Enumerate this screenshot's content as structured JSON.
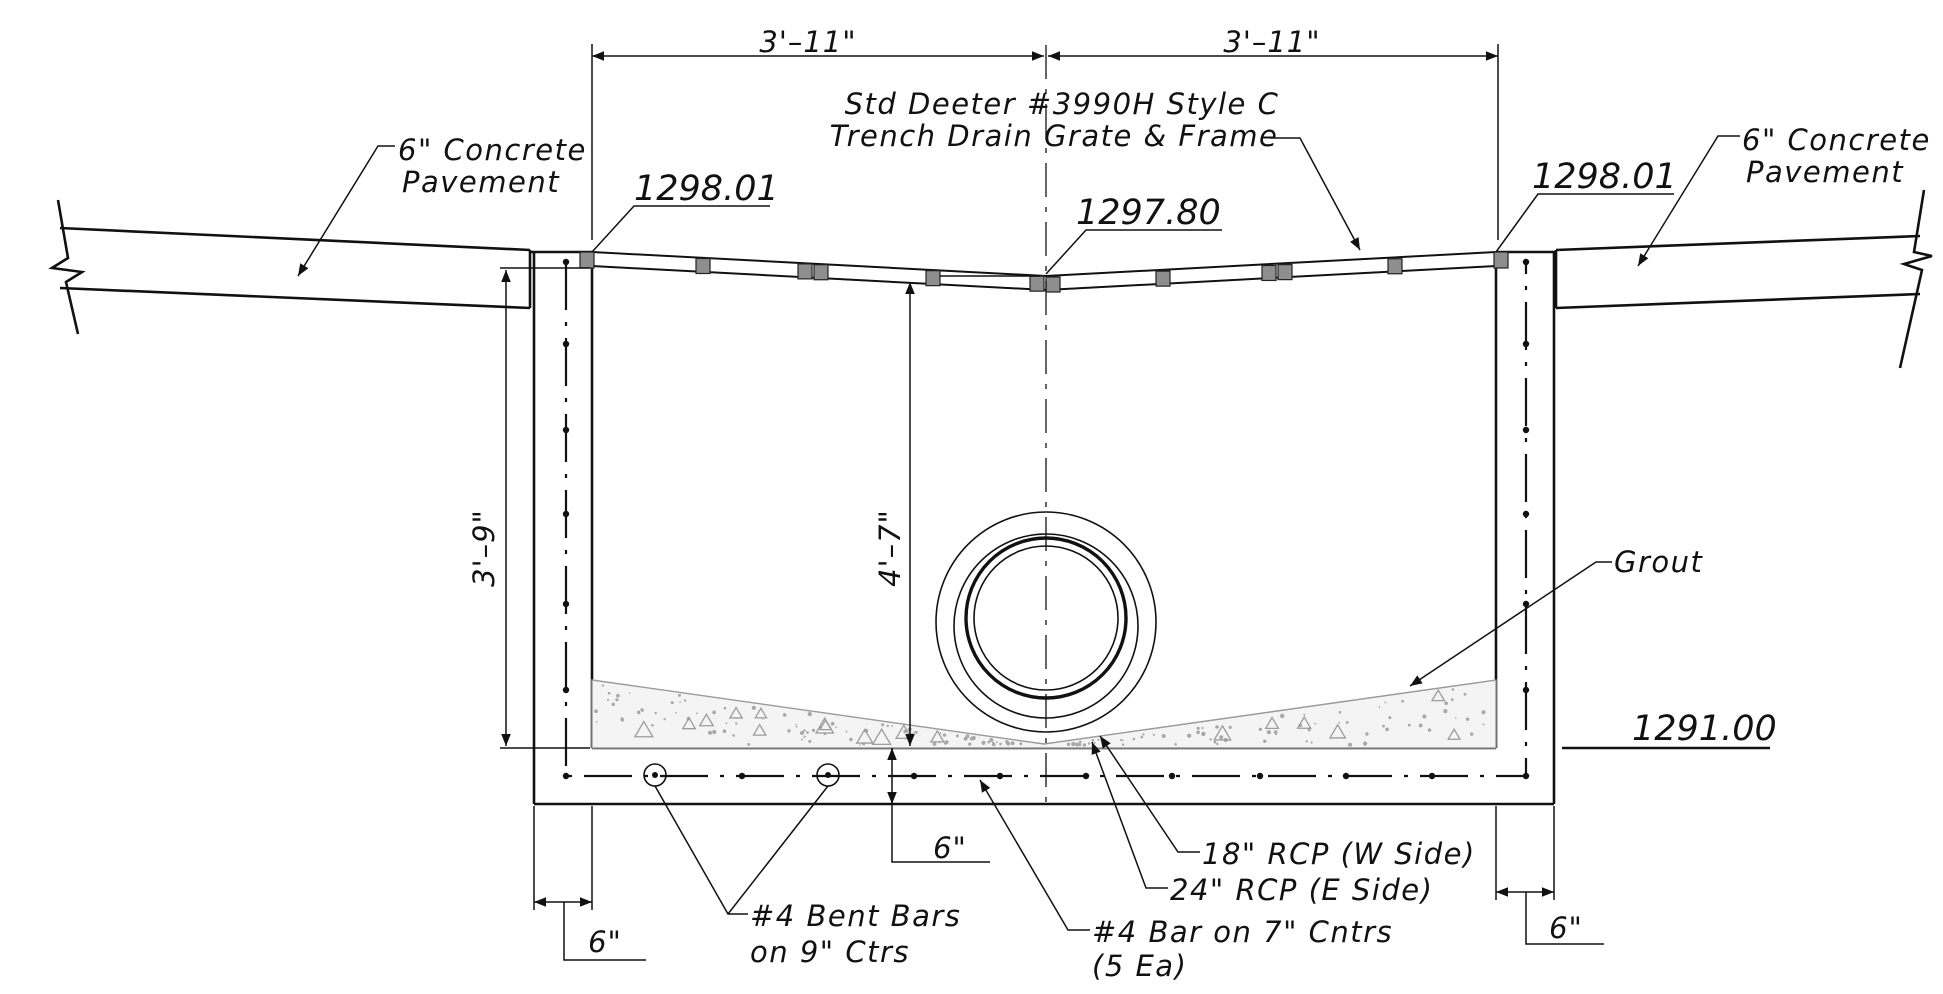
{
  "labels": {
    "dim_top_left": "3'–11\"",
    "dim_top_right": "3'–11\"",
    "grate_line1": "Std Deeter #3990H Style C",
    "grate_line2": "Trench Drain Grate & Frame",
    "pavement_left_line1": "6\" Concrete",
    "pavement_left_line2": "Pavement",
    "pavement_right_line1": "6\" Concrete",
    "pavement_right_line2": "Pavement",
    "elev_left": "1298.01",
    "elev_center": "1297.80",
    "elev_right": "1298.01",
    "elev_bottom": "1291.00",
    "dim_wall_height": "3'–9\"",
    "dim_depth": "4'–7\"",
    "grout": "Grout",
    "dim_slab": "6\"",
    "dim_wall_left": "6\"",
    "dim_wall_right": "6\"",
    "pipe_w": "18\" RCP (W Side)",
    "pipe_e": "24\" RCP (E Side)",
    "bent_bars_line1": "#4 Bent Bars",
    "bent_bars_line2": "on 9\" Ctrs",
    "bar_line1": "#4 Bar on 7\" Cntrs",
    "bar_line2": "(5 Ea)"
  }
}
